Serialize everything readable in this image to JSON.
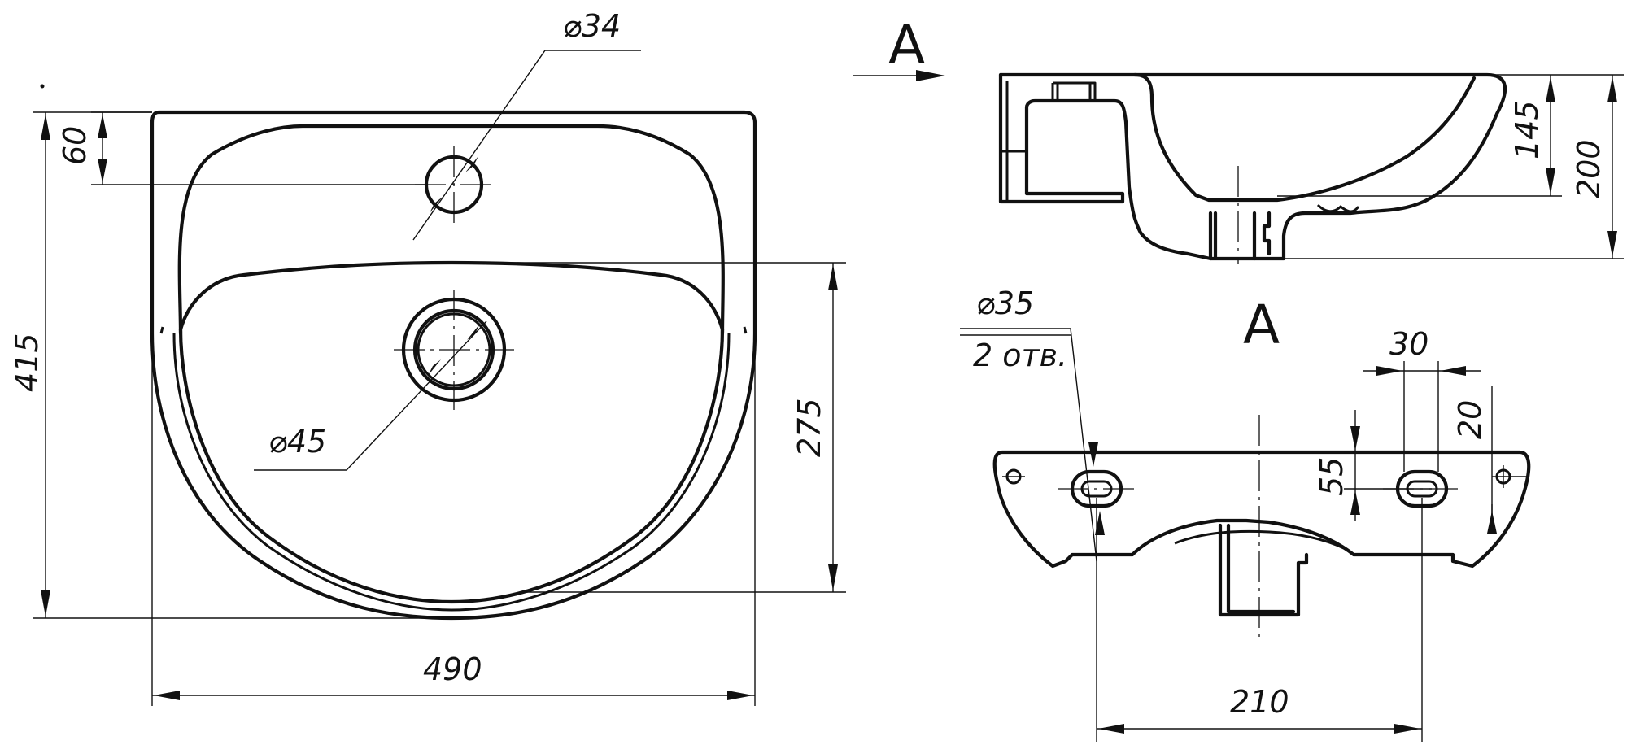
{
  "views": {
    "top": {
      "dims": {
        "hole": "⌀34",
        "depth": "60",
        "height": "415",
        "width": "490",
        "bowl": "275",
        "drain": "⌀45"
      }
    },
    "side": {
      "label": "A",
      "dims": {
        "basin": "145",
        "total": "200"
      }
    },
    "back": {
      "label": "A",
      "dims": {
        "holes_dia": "⌀35",
        "holes_count": "2 отв.",
        "gap": "30",
        "offset": "20",
        "height": "55",
        "spacing": "210"
      }
    }
  },
  "colors": {
    "line": "#111111",
    "background": "#ffffff"
  }
}
